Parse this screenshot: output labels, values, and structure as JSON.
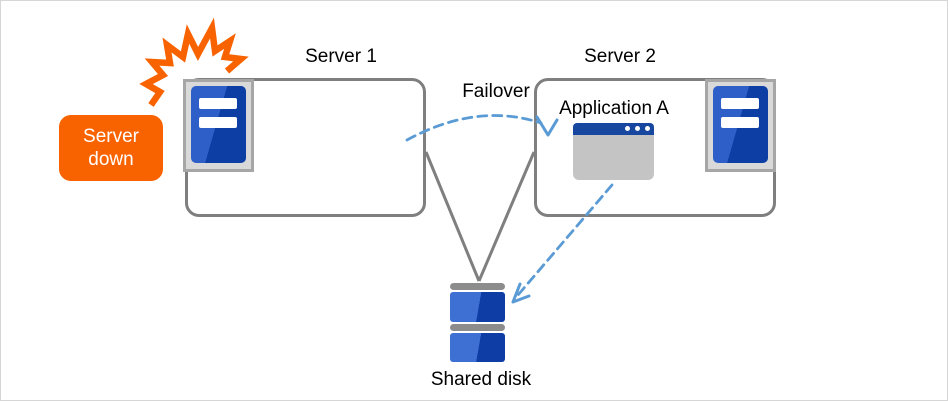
{
  "diagram": {
    "server1": {
      "label": "Server 1"
    },
    "server2": {
      "label": "Server 2",
      "application": "Application A"
    },
    "failover_label": "Failover",
    "shared_disk_label": "Shared disk",
    "server_down_badge": {
      "line1": "Server",
      "line2": "down"
    },
    "connections": [
      {
        "from": "Server 1",
        "to": "Server 2",
        "label": "Failover",
        "style": "dashed-arc-arrow"
      },
      {
        "from": "Server 1",
        "to": "Shared disk",
        "style": "solid-line"
      },
      {
        "from": "Server 2",
        "to": "Shared disk",
        "style": "solid-line"
      },
      {
        "from": "Application A",
        "to": "Shared disk",
        "style": "dashed-arrow"
      }
    ],
    "icons": {
      "explosion": "burst-crash-icon",
      "server1": "server-tower-icon",
      "server2": "server-tower-icon",
      "application": "app-window-icon",
      "shared_disk": "stacked-disk-icon"
    },
    "colors": {
      "accent_orange": "#f86300",
      "server_blue_light": "#2e5fc8",
      "server_blue_dark": "#0c3ea4",
      "arrow_blue": "#5b9bd5",
      "line_gray": "#7f7f7f",
      "icon_frame_gray": "#a6a6a6",
      "icon_fill_gray": "#d9d9d9",
      "disk_cap_gray": "#8c8c8c",
      "window_title_blue": "#17479e",
      "window_body_gray": "#c4c4c4"
    }
  }
}
